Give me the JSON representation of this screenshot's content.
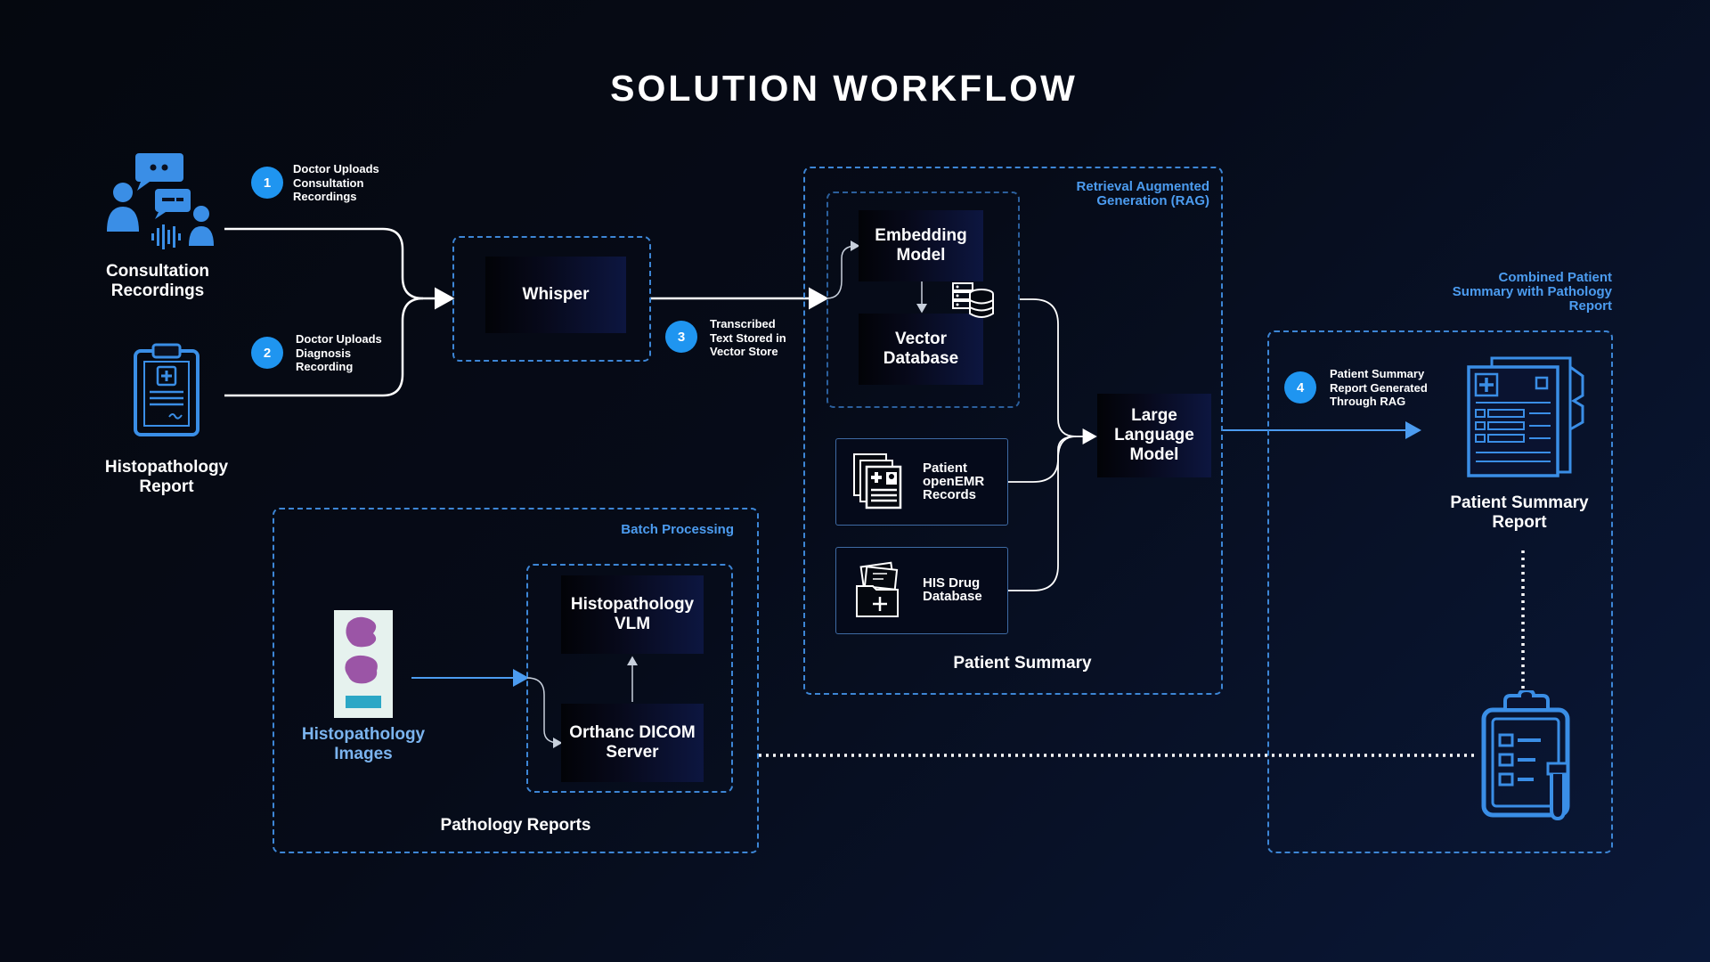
{
  "title": "SOLUTION WORKFLOW",
  "inputs": {
    "consultation_label": "Consultation Recordings",
    "histopathology_report_label": "Histopathology Report"
  },
  "steps": [
    {
      "number": "1",
      "text": "Doctor Uploads Consultation Recordings"
    },
    {
      "number": "2",
      "text": "Doctor Uploads Diagnosis Recording"
    },
    {
      "number": "3",
      "text": "Transcribed Text Stored in Vector Store"
    },
    {
      "number": "4",
      "text": "Patient Summary Report Generated Through RAG"
    }
  ],
  "whisper": "Whisper",
  "rag": {
    "caption": "Retrieval Augmented Generation (RAG)",
    "embedding_model": "Embedding Model",
    "vector_database": "Vector Database",
    "patient_records": "Patient openEMR Records",
    "drug_database": "HIS Drug Database",
    "llm": "Large Language Model",
    "footer": "Patient Summary"
  },
  "batch": {
    "caption": "Batch Processing",
    "images_label": "Histopathology Images",
    "vlm": "Histopathology VLM",
    "dicom": "Orthanc DICOM Server",
    "footer": "Pathology Reports"
  },
  "output": {
    "caption": "Combined Patient Summary with Pathology Report",
    "report_label": "Patient Summary Report"
  },
  "colors": {
    "accent_blue": "#4c9cf0",
    "step_circle": "#1f95f0",
    "dashed_border": "#3d86d6",
    "icon_blue": "#3a8ee6",
    "tissue_purple": "#9b55a6"
  }
}
